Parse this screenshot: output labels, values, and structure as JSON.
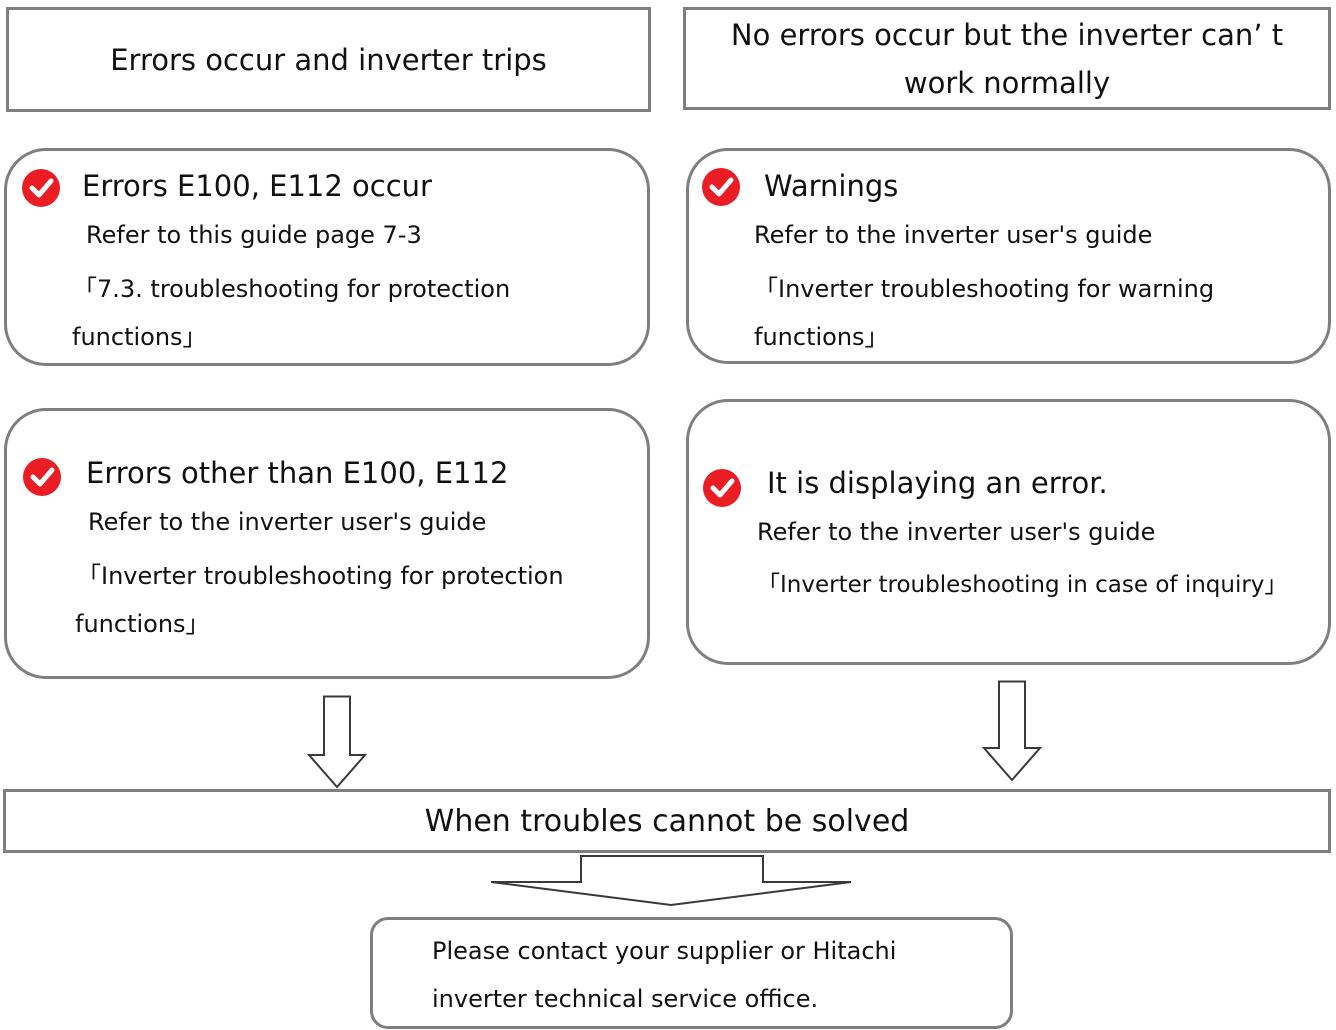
{
  "headers": {
    "left": "Errors occur and inverter trips",
    "right_line1": "No errors occur but the inverter can’ t",
    "right_line2": "work normally"
  },
  "cards": {
    "e100": {
      "icon": "check-icon",
      "title": "Errors E100, E112 occur",
      "line1": "Refer to this guide page 7-3",
      "line2": "「7.3. troubleshooting for protection",
      "line3": "functions」"
    },
    "warnings": {
      "icon": "check-icon",
      "title": "Warnings",
      "line1": "Refer to the inverter user's guide",
      "line2": "「Inverter troubleshooting for warning",
      "line3": "functions」"
    },
    "other_errors": {
      "icon": "check-icon",
      "title": "Errors other than E100, E112",
      "line1": "Refer to the inverter user's guide",
      "line2": "「Inverter troubleshooting for protection",
      "line3": "functions」"
    },
    "displaying": {
      "icon": "check-icon",
      "title": "It is displaying an error.",
      "line1": "Refer to the inverter user's guide",
      "line2": "「Inverter troubleshooting in case of inquiry」"
    }
  },
  "unsolved": "When troubles cannot be solved",
  "contact": {
    "line1": "Please contact your supplier or Hitachi",
    "line2": "inverter technical service office."
  },
  "colors": {
    "check": "#ea1c24",
    "border": "#7f7f7f"
  }
}
